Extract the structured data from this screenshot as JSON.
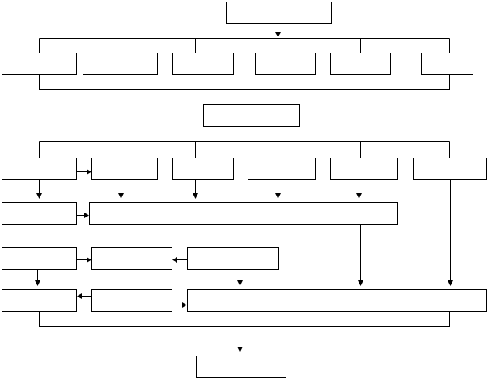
{
  "diagram": {
    "type": "flowchart",
    "colors": {
      "stroke": "#000000",
      "fill": "#ffffff",
      "background": "#ffffff"
    },
    "nodes": [
      {
        "id": "top",
        "label": ""
      },
      {
        "id": "r1-a",
        "label": ""
      },
      {
        "id": "r1-b",
        "label": ""
      },
      {
        "id": "r1-c",
        "label": ""
      },
      {
        "id": "r1-d",
        "label": ""
      },
      {
        "id": "r1-e",
        "label": ""
      },
      {
        "id": "r1-f",
        "label": ""
      },
      {
        "id": "mid",
        "label": ""
      },
      {
        "id": "r2-a",
        "label": ""
      },
      {
        "id": "r2-b",
        "label": ""
      },
      {
        "id": "r2-c",
        "label": ""
      },
      {
        "id": "r2-d",
        "label": ""
      },
      {
        "id": "r2-e",
        "label": ""
      },
      {
        "id": "r2-f",
        "label": ""
      },
      {
        "id": "r3-left",
        "label": ""
      },
      {
        "id": "r3-wide",
        "label": ""
      },
      {
        "id": "r4-a",
        "label": ""
      },
      {
        "id": "r4-b",
        "label": ""
      },
      {
        "id": "r4-c",
        "label": ""
      },
      {
        "id": "r5-a",
        "label": ""
      },
      {
        "id": "r5-b",
        "label": ""
      },
      {
        "id": "r5-wide",
        "label": ""
      },
      {
        "id": "bottom",
        "label": ""
      }
    ],
    "edges": [
      {
        "from": "top",
        "to": "r1-a",
        "kind": "branch"
      },
      {
        "from": "top",
        "to": "r1-b",
        "kind": "branch"
      },
      {
        "from": "top",
        "to": "r1-c",
        "kind": "branch"
      },
      {
        "from": "top",
        "to": "r1-d",
        "kind": "branch"
      },
      {
        "from": "top",
        "to": "r1-e",
        "kind": "branch"
      },
      {
        "from": "top",
        "to": "r1-f",
        "kind": "branch"
      },
      {
        "from": "r1-a",
        "to": "mid",
        "kind": "merge"
      },
      {
        "from": "r1-f",
        "to": "mid",
        "kind": "merge"
      },
      {
        "from": "mid",
        "to": "r2-a",
        "kind": "branch"
      },
      {
        "from": "mid",
        "to": "r2-b",
        "kind": "branch"
      },
      {
        "from": "mid",
        "to": "r2-c",
        "kind": "branch"
      },
      {
        "from": "mid",
        "to": "r2-d",
        "kind": "branch"
      },
      {
        "from": "mid",
        "to": "r2-e",
        "kind": "branch"
      },
      {
        "from": "mid",
        "to": "r2-f",
        "kind": "branch"
      },
      {
        "from": "r2-a",
        "to": "r2-b",
        "kind": "arrow"
      },
      {
        "from": "r2-a",
        "to": "r3-left",
        "kind": "arrow"
      },
      {
        "from": "r2-b",
        "to": "r3-wide",
        "kind": "arrow"
      },
      {
        "from": "r2-c",
        "to": "r3-wide",
        "kind": "arrow"
      },
      {
        "from": "r2-d",
        "to": "r3-wide",
        "kind": "arrow"
      },
      {
        "from": "r2-e",
        "to": "r3-wide",
        "kind": "arrow"
      },
      {
        "from": "r3-left",
        "to": "r3-wide",
        "kind": "arrow"
      },
      {
        "from": "r3-wide",
        "to": "r5-wide",
        "kind": "arrow"
      },
      {
        "from": "r2-f",
        "to": "r5-wide",
        "kind": "arrow"
      },
      {
        "from": "r4-a",
        "to": "r4-b",
        "kind": "arrow"
      },
      {
        "from": "r4-c",
        "to": "r4-b",
        "kind": "arrow"
      },
      {
        "from": "r4-a",
        "to": "r5-a",
        "kind": "arrow"
      },
      {
        "from": "r4-c",
        "to": "r5-wide",
        "kind": "arrow"
      },
      {
        "from": "r5-b",
        "to": "r5-a",
        "kind": "arrow"
      },
      {
        "from": "r5-b",
        "to": "r5-wide",
        "kind": "arrow"
      },
      {
        "from": "r5-a",
        "to": "bottom",
        "kind": "merge"
      },
      {
        "from": "r5-wide",
        "to": "bottom",
        "kind": "merge"
      }
    ]
  }
}
